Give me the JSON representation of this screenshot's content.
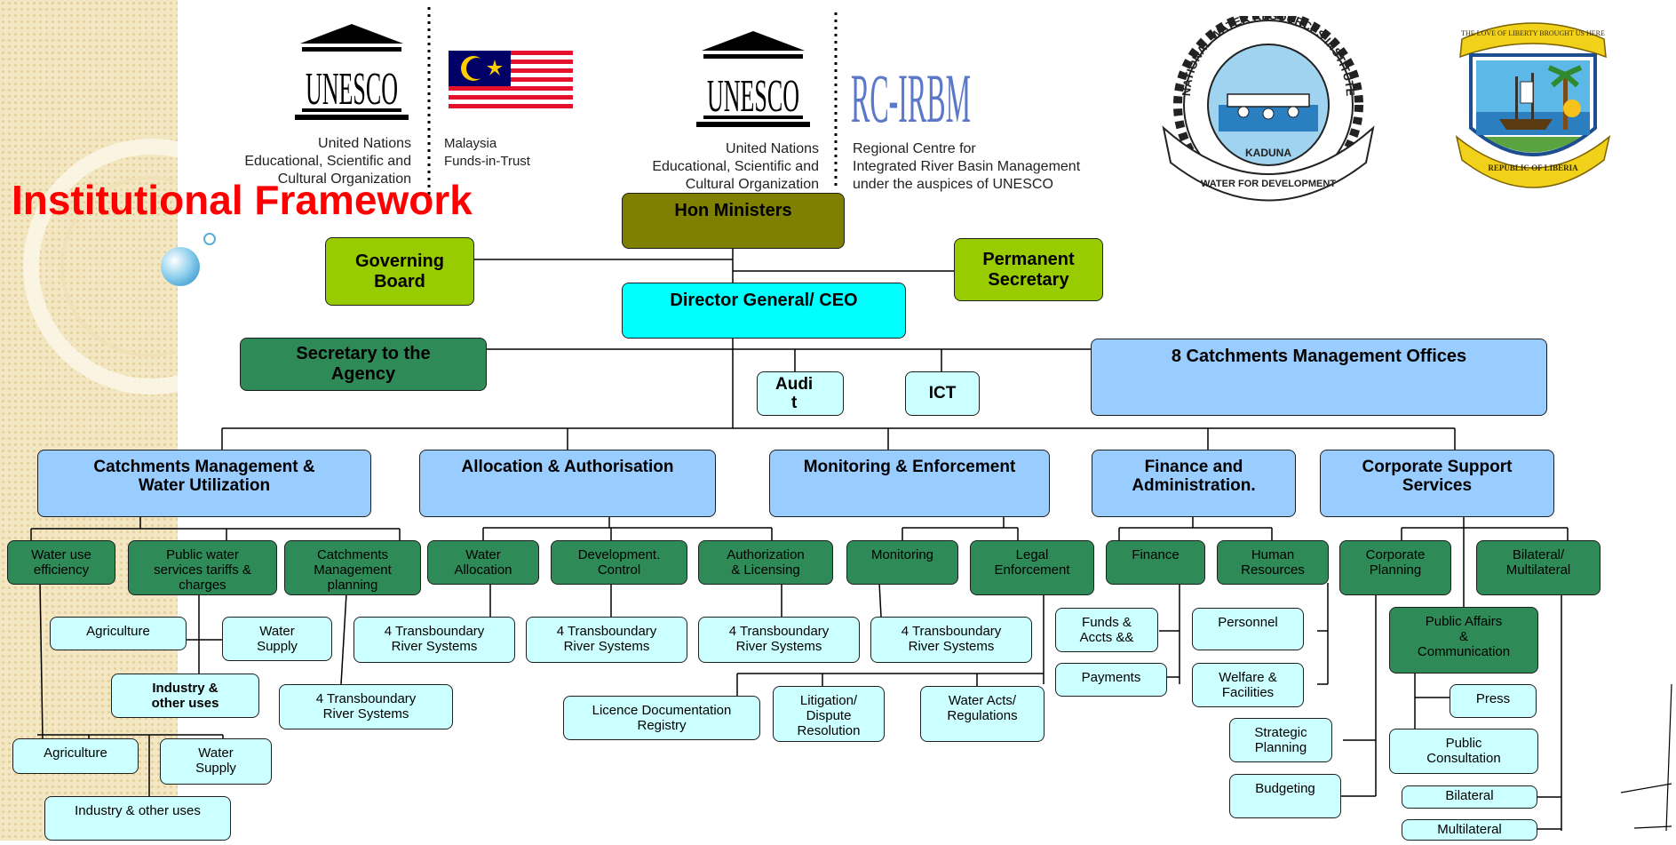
{
  "page": {
    "title": "Institutional Framework"
  },
  "logos": {
    "unesco_malaysia": {
      "wordmark": "UNESCO",
      "org_lines": "United Nations\nEducational, Scientific and\nCultural Organization",
      "partner_lines": "Malaysia\nFunds-in-Trust"
    },
    "unesco_rcirbm": {
      "wordmark": "UNESCO",
      "center_mark": "RC-IRBM",
      "org_lines": "United Nations\nEducational, Scientific and\nCultural Organization",
      "center_lines": "Regional Centre for\nIntegrated River Basin Management\nunder the auspices of UNESCO"
    },
    "nwri": {
      "ring_text": "NATIONAL WATER RESOURCES INSTITUTE",
      "center_text": "KADUNA",
      "ribbon_text": "WATER FOR DEVELOPMENT"
    },
    "liberia": {
      "top_text": "THE LOVE OF LIBERTY BROUGHT US HERE",
      "bottom_text": "REPUBLIC OF LIBERIA"
    }
  },
  "org": {
    "hon_ministers": "Hon Ministers",
    "governing_board": "Governing\nBoard",
    "permanent_secretary": "Permanent\nSecretary",
    "director_general": "Director General/ CEO",
    "secretary_agency": "Secretary to the\nAgency",
    "audit": "Audi\nt",
    "ict": "ICT",
    "catchment_offices": "8 Catchments Management Offices",
    "departments": {
      "cmwu": "Catchments Management &\nWater Utilization",
      "alloc": "Allocation & Authorisation",
      "monitor": "Monitoring & Enforcement",
      "finance_admin": "Finance and\nAdministration.",
      "corporate": "Corporate Support\nServices"
    },
    "units": {
      "water_use": "Water use\nefficiency",
      "public_water": "Public water\nservices tariffs &\ncharges",
      "catchment_planning": "Catchments\nManagement\nplanning",
      "water_allocation": "Water\nAllocation",
      "dev_control": "Development.\nControl",
      "auth_licensing": "Authorization\n& Licensing",
      "monitoring": "Monitoring",
      "legal": "Legal\nEnforcement",
      "finance": "Finance",
      "hr": "Human\nResources",
      "corp_planning": "Corporate\nPlanning",
      "bilateral_multi": "Bilateral/\nMultilateral",
      "public_affairs": "Public Affairs\n&\nCommunication"
    },
    "subunits": {
      "agriculture_1": "Agriculture",
      "water_supply_1": "Water\nSupply",
      "industry_1": "Industry &\nother uses",
      "agriculture_2": "Agriculture",
      "water_supply_2": "Water\nSupply",
      "industry_2": "Industry & other uses",
      "trans_cmp": "4 Transboundary\nRiver Systems",
      "trans_wa": "4 Transboundary\nRiver Systems",
      "trans_dc": "4 Transboundary\nRiver Systems",
      "trans_al": "4 Transboundary\nRiver Systems",
      "trans_mon": "4 Transboundary\nRiver Systems",
      "licence_doc": "Licence Documentation\nRegistry",
      "litigation": "Litigation/\nDispute\nResolution",
      "water_acts": "Water Acts/\nRegulations",
      "funds_accts": "Funds &\nAccts  &&",
      "payments": "Payments",
      "personnel": "Personnel",
      "welfare": "Welfare &\nFacilities",
      "strategic_planning": "Strategic\nPlanning",
      "budgeting": "Budgeting",
      "press": "Press",
      "public_consultation": "Public\nConsultation",
      "bilateral": "Bilateral",
      "multilateral": "Multilateral"
    }
  },
  "colors": {
    "title": "#ff0000",
    "hon_ministers": "#7f7f00",
    "board": "#99cc00",
    "director": "#00ffff",
    "dark_green": "#2e8b57",
    "light_blue": "#99ccff",
    "light_cyan": "#ccffff"
  }
}
